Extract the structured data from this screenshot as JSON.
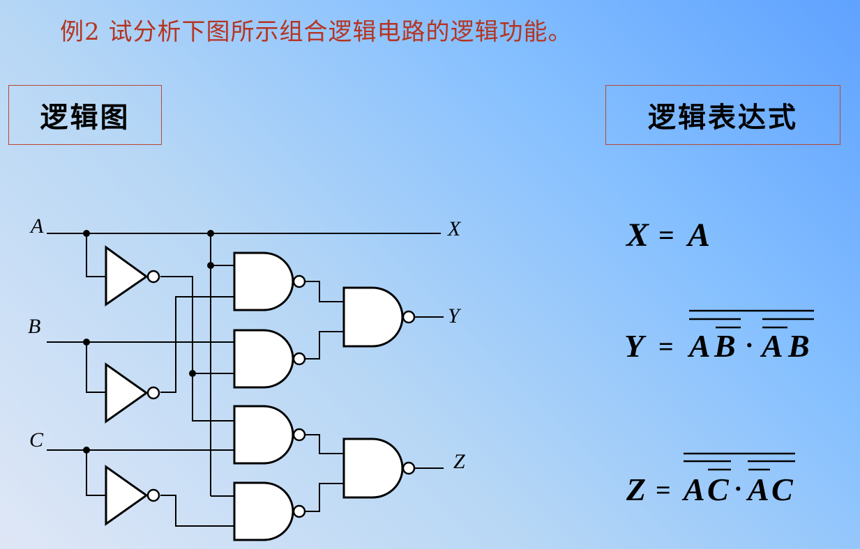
{
  "title": "例2  试分析下图所示组合逻辑电路的逻辑功能。",
  "labels": {
    "diagram": "逻辑图",
    "expression": "逻辑表达式"
  },
  "circuit": {
    "inputs": [
      "A",
      "B",
      "C"
    ],
    "outputs": [
      "X",
      "Y",
      "Z"
    ]
  },
  "equations": {
    "x": {
      "lhs": "X",
      "eq": "=",
      "rhs": "A"
    },
    "y": {
      "lhs": "Y",
      "eq": "=",
      "t1a": "A",
      "t1b": "B",
      "dot": "·",
      "t2a": "A",
      "t2b": "B"
    },
    "z": {
      "lhs": "Z",
      "eq": "=",
      "t1a": "A",
      "t1b": "C",
      "dot": "·",
      "t2a": "A",
      "t2b": "C"
    }
  }
}
